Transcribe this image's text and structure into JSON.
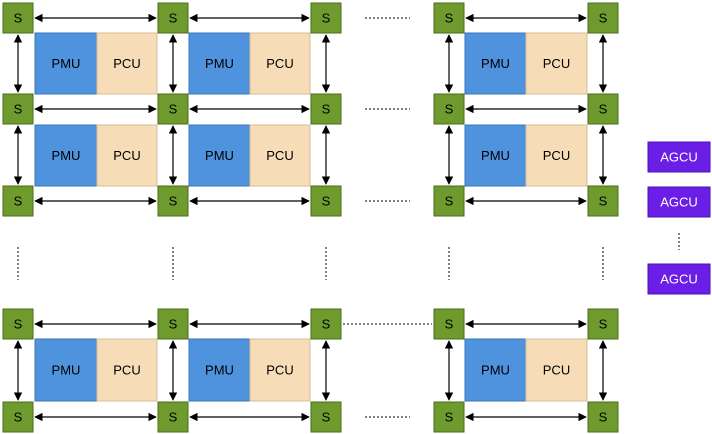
{
  "labels": {
    "switch": "S",
    "pmu": "PMU",
    "pcu": "PCU",
    "agcu": "AGCU"
  },
  "agcu_count_visible": 3,
  "colors": {
    "switch": "#6f9b2e",
    "pmu": "#4f93de",
    "pcu": "#f6dcb7",
    "agcu": "#6b1ee6"
  }
}
